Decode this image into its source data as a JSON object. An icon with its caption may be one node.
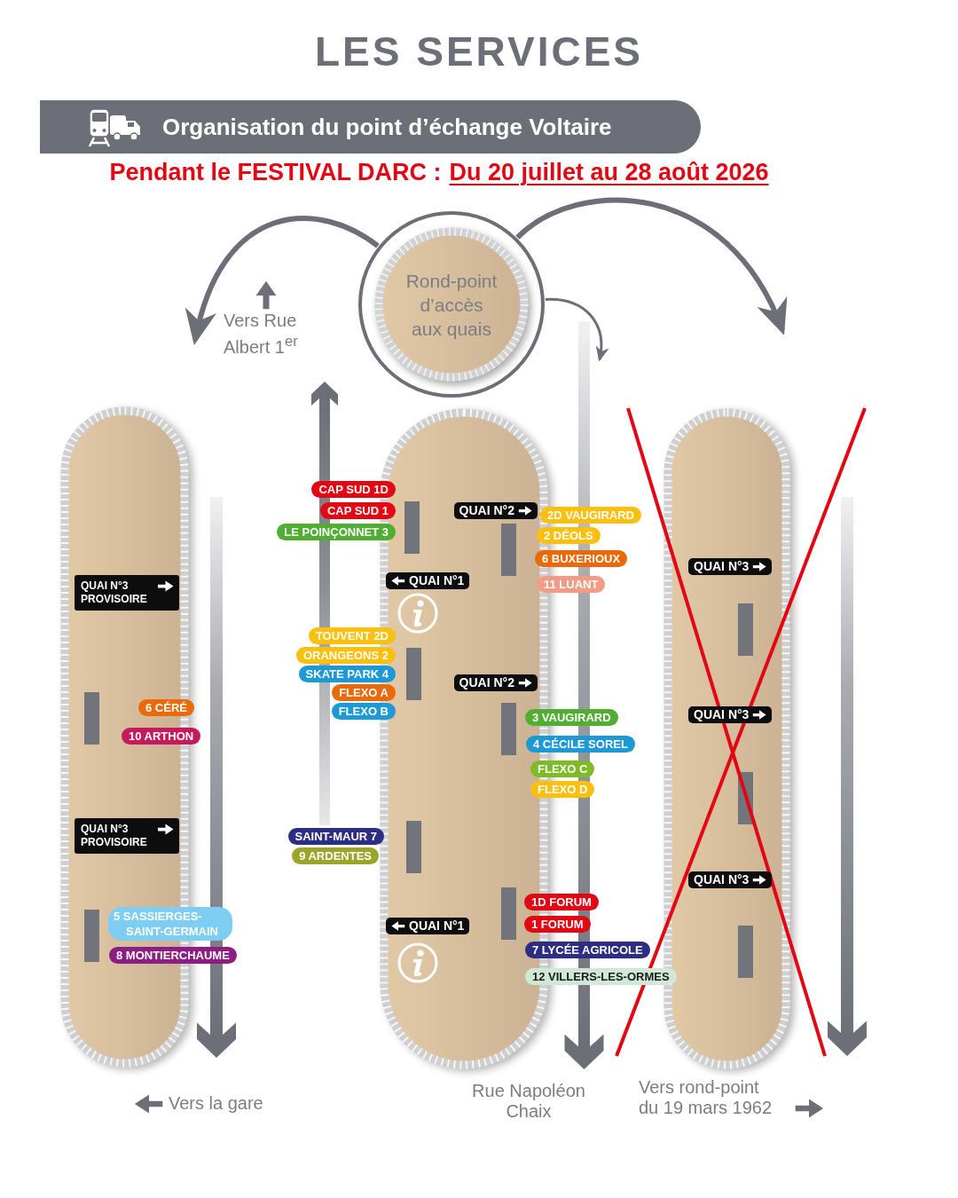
{
  "diagram": {
    "title": "LES SERVICES",
    "nodes": [
      {
        "text": [
          "Organisation du point d’échange Voltaire"
        ]
      },
      {
        "text": [
          "Rond-point d’accès aux quais"
        ]
      },
      {
        "text": [],
        "shape": "box"
      },
      {
        "text": [
          "QUAI N°3 PROVISOIRE"
        ],
        "in": 2
      },
      {
        "text": [
          "6 CÉRÉ"
        ]
      },
      {
        "text": [
          "10 ARTHON"
        ]
      },
      {
        "text": [
          "QUAI N°3 PROVISOIRE"
        ],
        "in": 2
      },
      {
        "text": [
          "5 SASSIERGES- SAINT-GERMAIN"
        ]
      },
      {
        "text": [
          "8 MONTIERCHAUME"
        ]
      },
      {
        "text": [
          "CAP SUD 1D"
        ]
      },
      {
        "text": [
          "CAP SUD 1"
        ]
      },
      {
        "text": [
          "LE POINÇONNET 3"
        ]
      },
      {
        "text": [
          "TOUVENT 2D"
        ]
      },
      {
        "text": [
          "ORANGEONS 2"
        ]
      },
      {
        "text": [
          "SKATE PARK 4"
        ]
      },
      {
        "text": [
          "FLEXO A"
        ]
      },
      {
        "text": [
          "FLEXO B"
        ]
      },
      {
        "text": [
          "SAINT-MAUR 7"
        ]
      },
      {
        "text": [
          "9 ARDENTES"
        ]
      },
      {
        "text": [],
        "shape": "box"
      },
      {
        "text": [
          "QUAI N°2"
        ],
        "in": 19
      },
      {
        "text": [
          "QUAI N°1"
        ],
        "in": 19
      },
      {
        "text": [
          "QUAI N°2"
        ],
        "in": 19
      },
      {
        "text": [
          "QUAI N°1"
        ],
        "in": 19
      },
      {
        "text": [
          "2D VAUGIRARD"
        ]
      },
      {
        "text": [
          "2 DÉOLS"
        ]
      },
      {
        "text": [
          "6 BUXERIOUX"
        ]
      },
      {
        "text": [
          "11 LUANT"
        ]
      },
      {
        "text": [
          "3 VAUGIRARD"
        ]
      },
      {
        "text": [
          "4 CÉCILE SOREL"
        ]
      },
      {
        "text": [
          "FLEXO C"
        ]
      },
      {
        "text": [
          "FLEXO D"
        ]
      },
      {
        "text": [
          "1D FORUM"
        ]
      },
      {
        "text": [
          "1 FORUM"
        ]
      },
      {
        "text": [
          "7 LYCÉE AGRICOLE"
        ]
      },
      {
        "text": [
          "12 VILLERS-LES-ORMES"
        ]
      },
      {
        "text": [],
        "shape": "box"
      },
      {
        "text": [
          "QUAI N°3"
        ],
        "in": 36
      },
      {
        "text": [
          "QUAI N°3"
        ],
        "in": 36
      },
      {
        "text": [
          "QUAI N°3"
        ],
        "in": 36
      }
    ],
    "edges": [
      {
        "from": 1,
        "to": null,
        "arrow": "to"
      },
      {
        "from": 1,
        "to": null,
        "arrow": "to"
      },
      {
        "from": 1,
        "to": null,
        "arrow": "to"
      }
    ],
    "labels": [
      "Pendant le FESTIVAL DARC :",
      "Du 20 juillet au 28 août 2026",
      "Vers Rue Albert 1$^{er}$",
      "Vers la gare",
      "Rue Napoléon Chaix",
      "Vers rond-point du 19 mars 1962"
    ]
  }
}
